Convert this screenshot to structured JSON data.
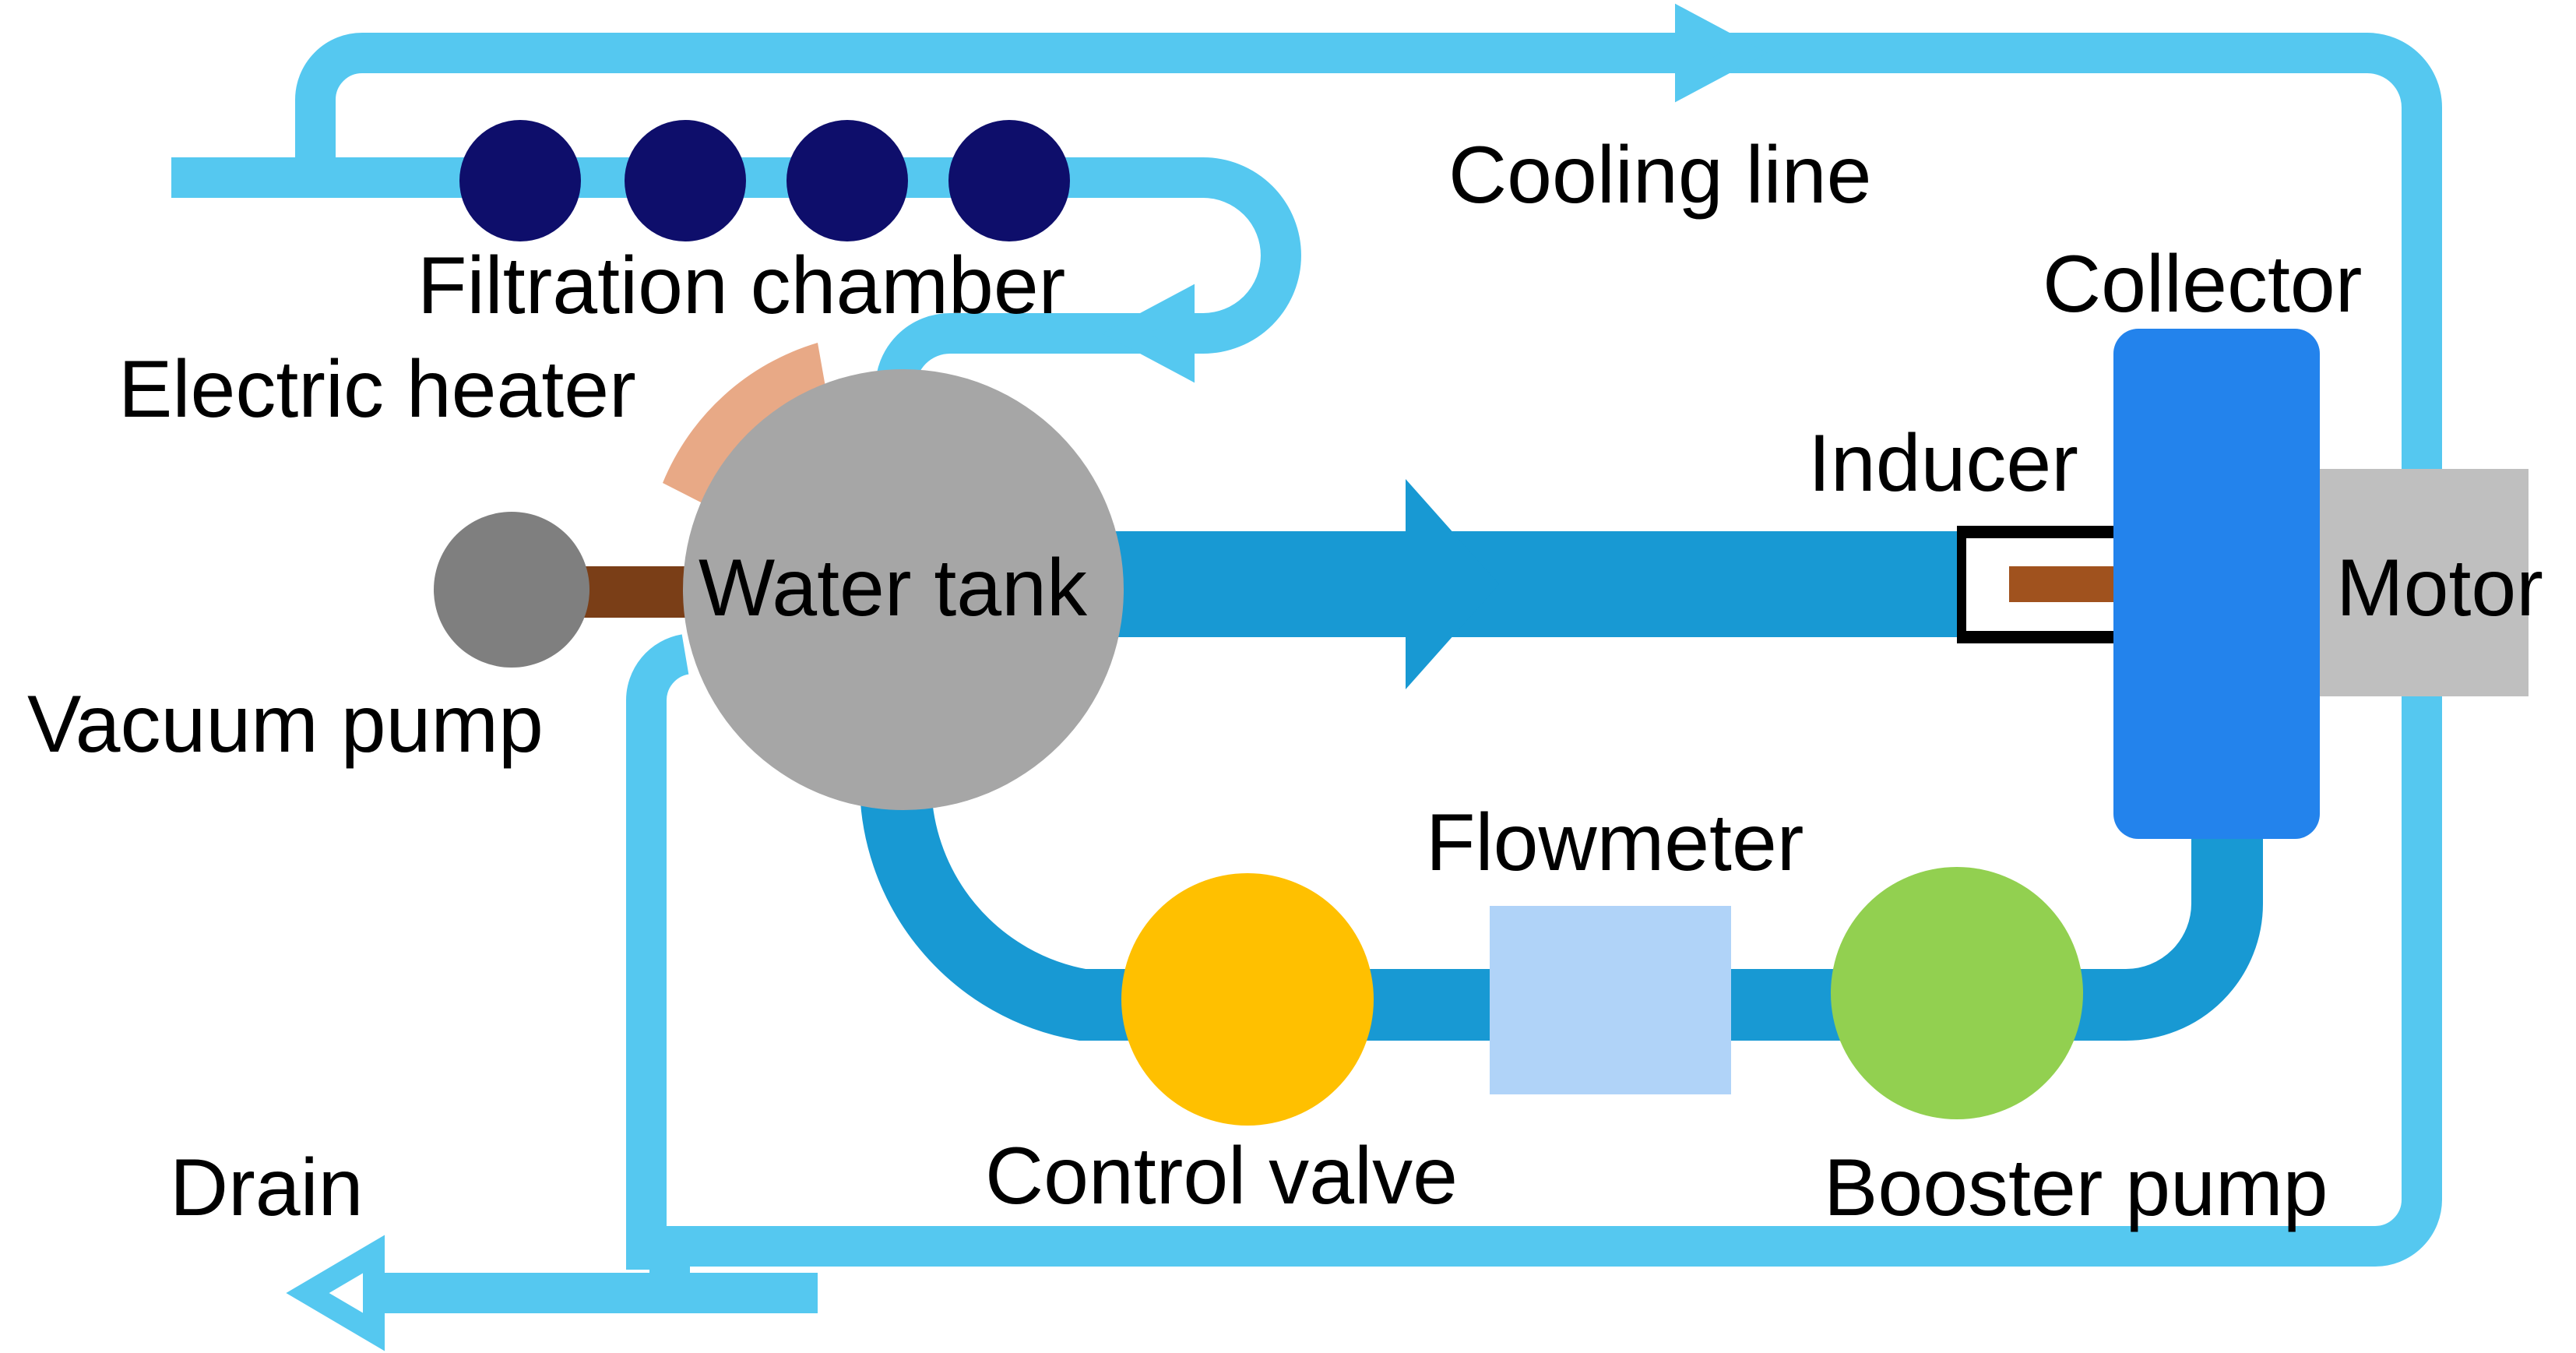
{
  "labels": {
    "cooling_line": "Cooling line",
    "filtration_chamber": "Filtration chamber",
    "electric_heater": "Electric heater",
    "collector": "Collector",
    "inducer": "Inducer",
    "motor": "Motor",
    "water_tank": "Water tank",
    "vacuum_pump": "Vacuum pump",
    "flowmeter": "Flowmeter",
    "control_valve": "Control valve",
    "booster_pump": "Booster pump",
    "drain": "Drain"
  },
  "colors": {
    "cooling_line": "#55C8F0",
    "main_pipe": "#1899D3",
    "filter_balls": "#0E0E6B",
    "heater": "#E8A986",
    "water_tank": "#A6A6A6",
    "vacuum_pump": "#7F7F7F",
    "vacuum_link": "#7A3E17",
    "inducer_shaft": "#A0521E",
    "inducer_housing": "#000000",
    "collector": "#2383EC",
    "motor": "#BFBFBF",
    "control_valve": "#FFC000",
    "flowmeter": "#B0D3F8",
    "booster_pump": "#92D050"
  }
}
